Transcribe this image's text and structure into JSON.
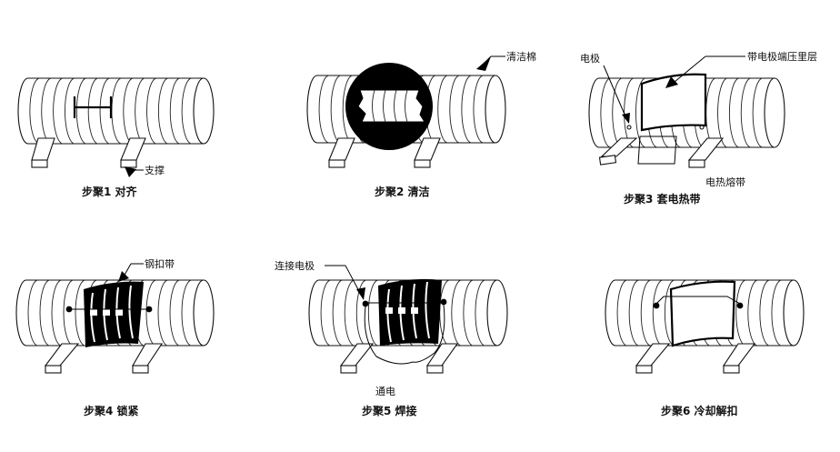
{
  "steps": [
    {
      "label": "步聚1 对齐",
      "callouts": [
        "支撑"
      ]
    },
    {
      "label": "步聚2 清洁",
      "callouts": [
        "清洁棉"
      ]
    },
    {
      "label": "步聚3 套电热带",
      "callouts": [
        "电极",
        "带电极端压里层",
        "电热熔带"
      ]
    },
    {
      "label": "步聚4 锁紧",
      "callouts": [
        "钢扣带"
      ]
    },
    {
      "label": "步聚5 焊接",
      "callouts": [
        "连接电极",
        "通电"
      ]
    },
    {
      "label": "步聚6 冷却解扣",
      "callouts": []
    }
  ]
}
